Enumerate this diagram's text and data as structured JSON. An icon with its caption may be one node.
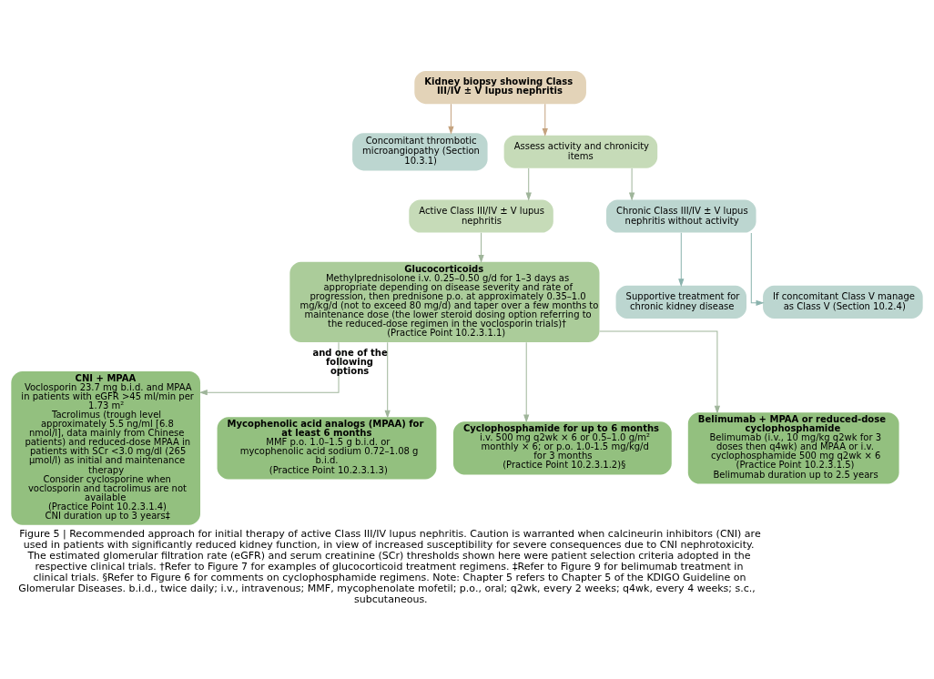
{
  "diagram": {
    "caption": "Figure 5 | Recommended approach for initial therapy of active Class III/IV lupus nephritis. Caution is warranted when calcineurin inhibitors (CNI) are used in patients with significantly reduced kidney function, in view of increased susceptibility for severe consequences due to CNI nephrotoxicity. The estimated glomerular filtration rate (eGFR) and serum creatinine (SCr) thresholds shown here were patient selection criteria adopted in the respective clinical trials. †Refer to Figure 7 for examples of glucocorticoid treatment regimens. ‡Refer to Figure 9 for belimumab treatment in clinical trials. §Refer to Figure 6 for comments on cyclophosphamide regimens. Note: Chapter 5 refers to Chapter 5 of the KDIGO Guideline on Glomerular Diseases. b.i.d., twice daily; i.v., intravenous; MMF, mycophenolate mofetil; p.o., oral; q2wk, every 2 weeks; q4wk, every 4 weeks; s.c., subcutaneous.",
    "nodes": [
      {
        "text": [
          "Kidney biopsy showing Class III/IV ± V lupus nephritis"
        ]
      },
      {
        "text": [
          "Concomitant thrombotic microangiopathy (Section 10.3.1)"
        ]
      },
      {
        "text": [
          "Assess activity and chronicity items"
        ]
      },
      {
        "text": [
          "Active Class III/IV ± V lupus nephritis"
        ]
      },
      {
        "text": [
          "Chronic Class III/IV ± V lupus nephritis without activity"
        ]
      },
      {
        "text": [
          "Supportive treatment for chronic kidney disease"
        ]
      },
      {
        "text": [
          "If concomitant Class V manage as Class V (Section 10.2.4)"
        ]
      },
      {
        "text": [
          "Glucocorticoids",
          "Methylprednisolone i.v. 0.25–0.50 g/d for 1–3 days as appropriate depending on disease severity and rate of progression, then prednisone p.o. at approximately 0.35–1.0 mg/kg/d (not to exceed 80 mg/d) and taper over a few months to maintenance dose (the lower steroid dosing option referring to the reduced-dose regimen in the voclosporin trials)†",
          "(Practice Point 10.2.3.1.1)"
        ]
      },
      {
        "text": [
          "CNI + MPAA",
          "Voclosporin 23.7 mg b.i.d. and MPAA in patients with eGFR >45 ml/min per 1.73 m²",
          "Tacrolimus (trough level approximately 5.5 ng/ml [6.8 nmol/l], data mainly from Chinese patients) and reduced-dose MPAA in patients with SCr <3.0 mg/dl (265 µmol/l) as initial and maintenance therapy",
          "Consider cyclosporine when voclosporin and tacrolimus are not available",
          "(Practice Point 10.2.3.1.4)",
          "CNI duration up to 3 years‡"
        ]
      },
      {
        "text": [
          "Mycophenolic acid analogs (MPAA) for at least 6 months",
          "MMF p.o. 1.0–1.5 g b.i.d. or mycophenolic acid sodium 0.72–1.08 g b.i.d.",
          "(Practice Point 10.2.3.1.3)"
        ]
      },
      {
        "text": [
          "Cyclophosphamide for up to 6 months",
          "i.v. 500 mg q2wk × 6 or 0.5–1.0 g/m² monthly × 6; or p.o. 1.0-1.5 mg/kg/d for 3 months",
          "(Practice Point 10.2.3.1.2)§"
        ]
      },
      {
        "text": [
          "Belimumab + MPAA or reduced-dose cyclophosphamide",
          "Belimumab (i.v., 10 mg/kg q2wk for 3 doses then q4wk) and MPAA or i.v. cyclophosphamide 500 mg q2wk × 6",
          "(Practice Point 10.2.3.1.5)",
          "Belimumab duration up to 2.5 years"
        ]
      }
    ],
    "edges": [
      {
        "from": 0,
        "to": 1,
        "arrow": "to",
        "color": "#c4a27e"
      },
      {
        "from": 0,
        "to": 2,
        "arrow": "to",
        "color": "#c4a27e"
      },
      {
        "from": 2,
        "to": 3,
        "arrow": "to"
      },
      {
        "from": 2,
        "to": 4,
        "arrow": "to"
      },
      {
        "from": 4,
        "to": 5,
        "arrow": "to",
        "color": "#8ab3ad"
      },
      {
        "from": 4,
        "to": 6,
        "arrow": "to",
        "color": "#8ab3ad"
      },
      {
        "from": 3,
        "to": 7,
        "arrow": "to"
      },
      {
        "from": 7,
        "to": 8,
        "arrow": "to"
      },
      {
        "from": 7,
        "to": 9,
        "arrow": "to",
        "label": "and one of the following options"
      },
      {
        "from": 7,
        "to": 10,
        "arrow": "to"
      },
      {
        "from": 7,
        "to": 11,
        "arrow": "to"
      }
    ]
  }
}
